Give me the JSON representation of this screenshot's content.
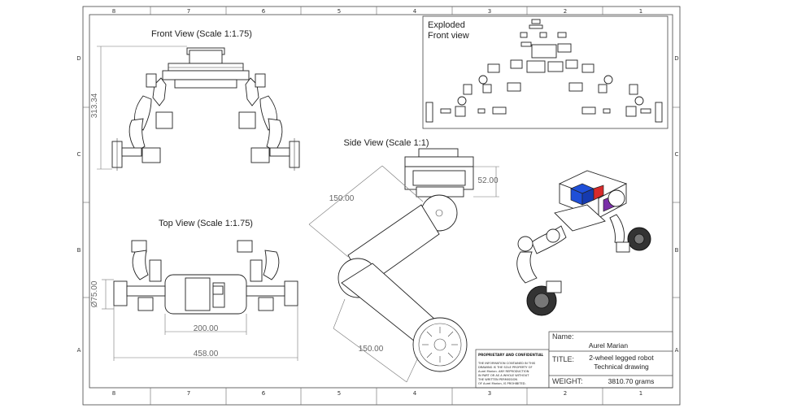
{
  "zones": {
    "columns": [
      "8",
      "7",
      "6",
      "5",
      "4",
      "3",
      "2",
      "1"
    ],
    "rows": [
      "D",
      "C",
      "B",
      "A"
    ]
  },
  "views": {
    "front": "Front View (Scale 1:1.75)",
    "top": "Top View (Scale 1:1.75)",
    "side": "Side View (Scale 1:1)",
    "exploded_line1": "Exploded",
    "exploded_line2": "Front view"
  },
  "dimensions": {
    "height": "313.34",
    "side_top": "52.00",
    "link_upper": "150.00",
    "link_lower": "150.00",
    "wheel_dia": "Ø75.00",
    "body_width": "200.00",
    "total_width": "458.00"
  },
  "title_block": {
    "proprietary_title": "PROPRIETARY AND CONFIDENTIAL",
    "proprietary_lines": [
      "THE INFORMATION CONTAINED IN THIS",
      "DRAWING IS THE SOLE PROPERTY OF",
      "Aurel Marian. ANY REPRODUCTION",
      "IN PART OR AS A WHOLE WITHOUT",
      "THE WRITTEN PERMISSION",
      "OF Aurel Marian, IS PROHIBITED."
    ],
    "name_label": "Name:",
    "name_value": "Aurel  Marian",
    "title_label": "TITLE:",
    "title_line1": "2-wheel legged robot",
    "title_line2": "Technical drawing",
    "weight_label": "WEIGHT:",
    "weight_value": "3810.70 grams"
  },
  "colors": {
    "line": "#222222",
    "dimension": "#777777",
    "accent_blue": "#1f4fd8",
    "accent_red": "#d82a2a",
    "accent_purple": "#7a2fa8"
  }
}
